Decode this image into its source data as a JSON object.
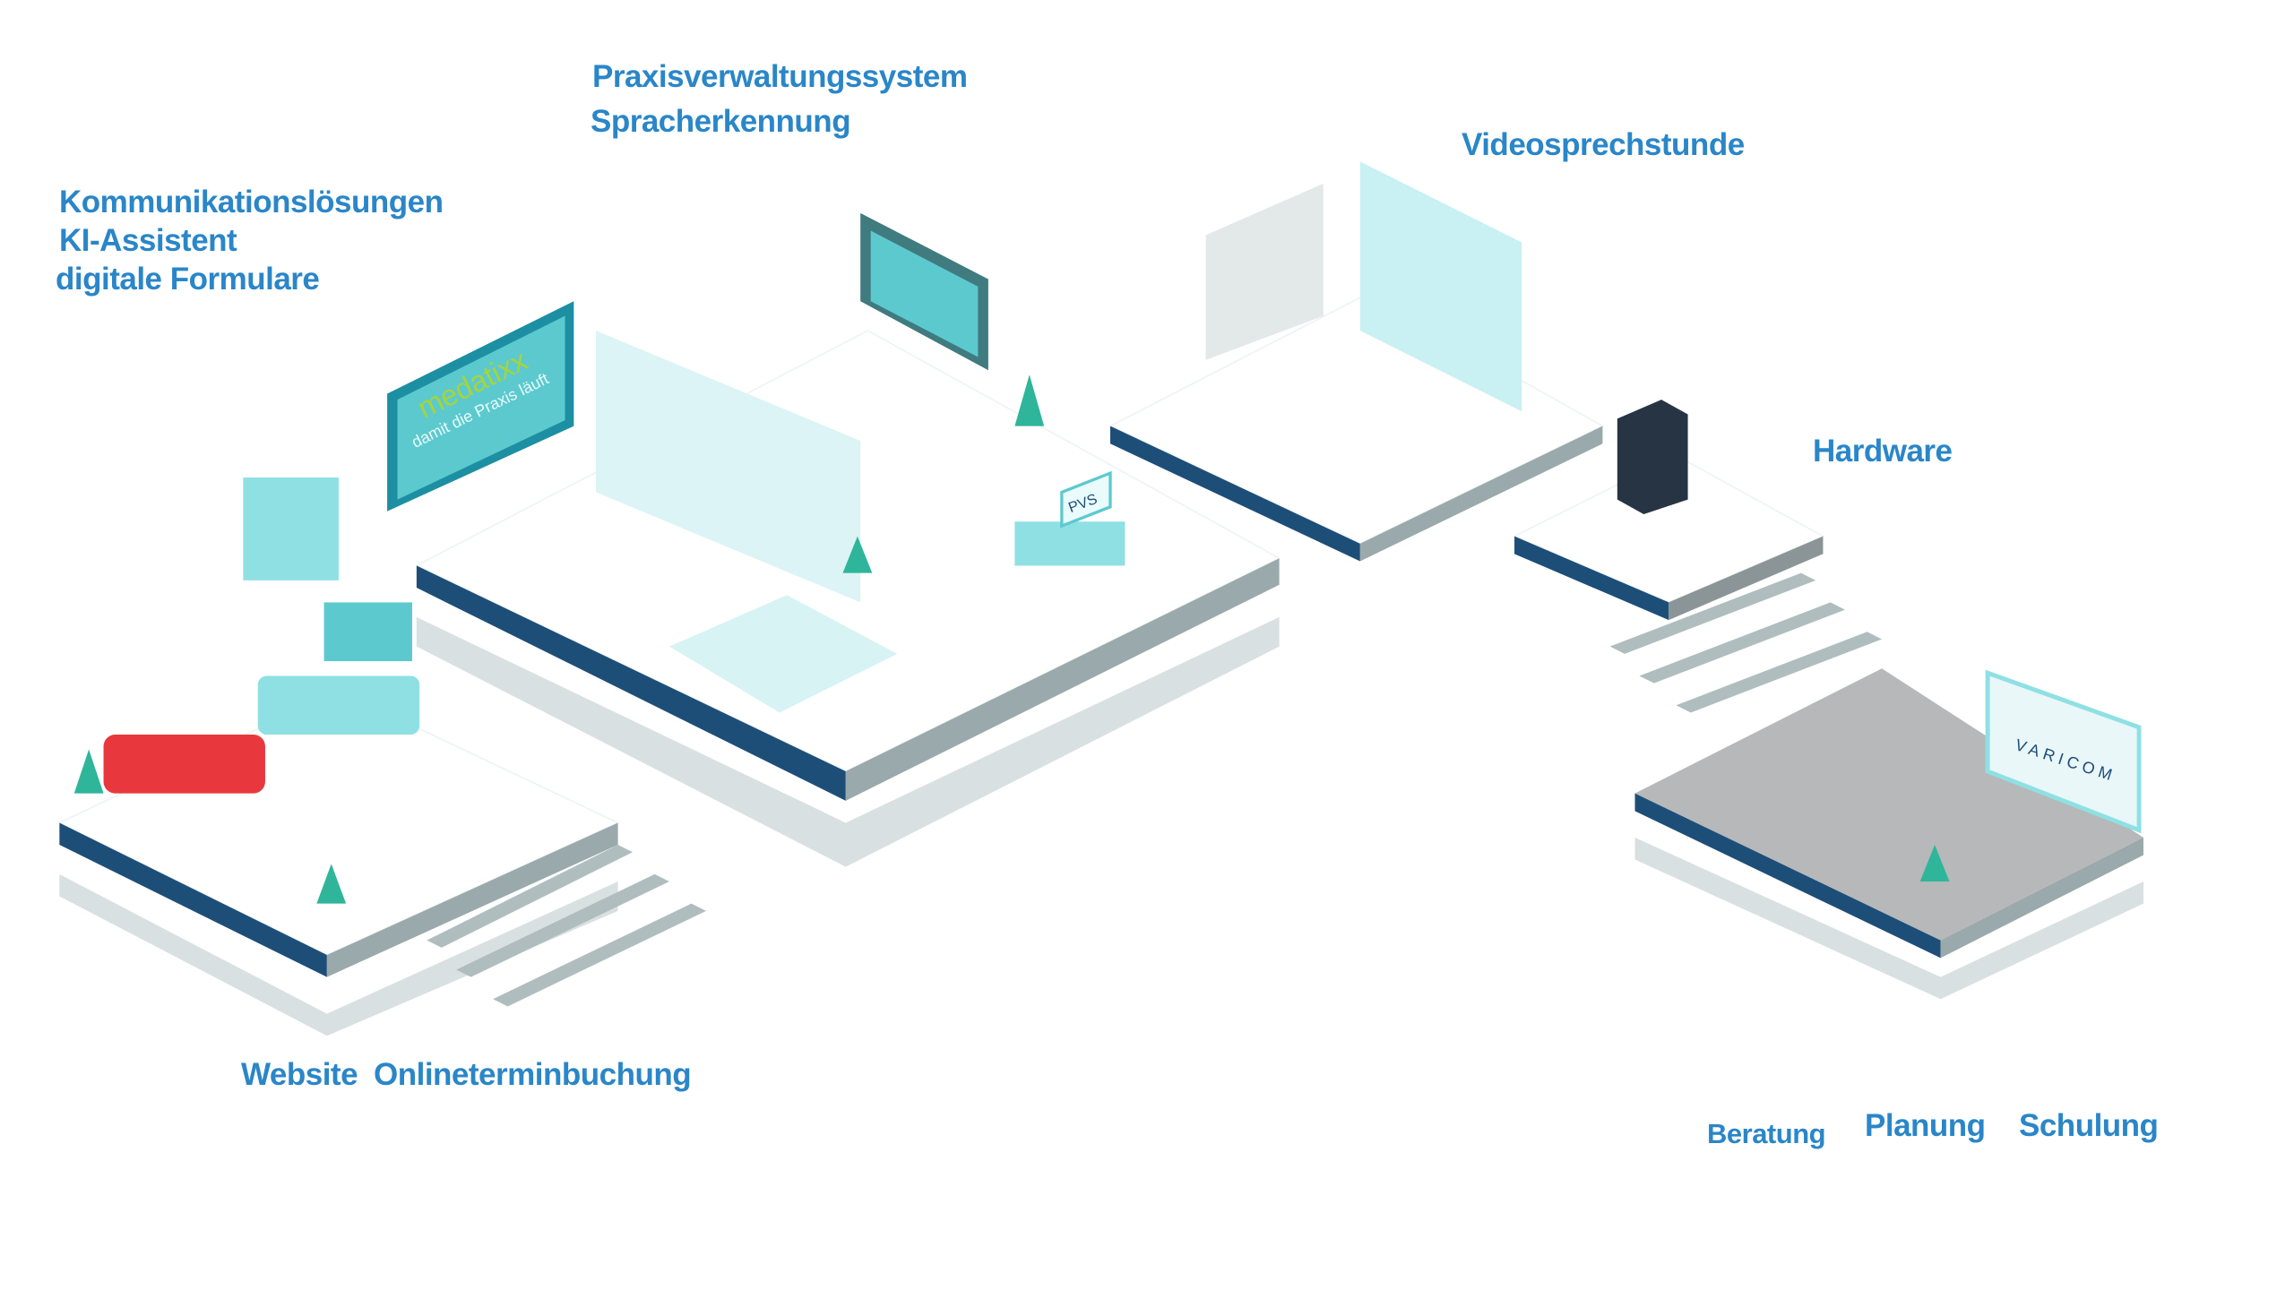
{
  "labels": {
    "praxisverwaltungssystem": "Praxisverwaltungssystem",
    "spracherkennung": "Spracherkennung",
    "kommunikationsloesungen": "Kommunikationslösungen",
    "ki_assistent": "KI-Assistent",
    "digitale_formulare": "digitale Formulare",
    "videosprechstunde": "Videosprechstunde",
    "hardware": "Hardware",
    "website": "Website",
    "onlineterminbuchung": "Onlineterminbuchung",
    "beratung": "Beratung",
    "planung": "Planung",
    "schulung": "Schulung"
  },
  "illustration": {
    "medatixx_logo": "medatixx",
    "medatixx_slogan": "damit die Praxis läuft",
    "pvs_screen": "PVS",
    "varicom_logo": "VARICOM"
  },
  "colors": {
    "label": "#2a86c8",
    "platform_edge_dark": "#1d4e78",
    "platform_edge_gray": "#9aa9ab",
    "accent_teal": "#5cc9cf"
  }
}
